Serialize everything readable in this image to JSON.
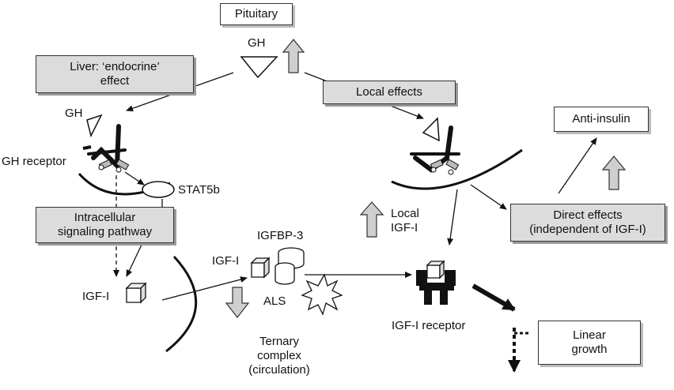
{
  "boxes": {
    "pituitary": "Pituitary",
    "liver_line1": "Liver: ‘endocrine’",
    "liver_line2": "effect",
    "local_effects": "Local effects",
    "anti_insulin": "Anti-insulin",
    "intracellular_line1": "Intracellular",
    "intracellular_line2": "signaling pathway",
    "direct_line1": "Direct effects",
    "direct_line2": "(independent of IGF-I)",
    "linear_line1": "Linear",
    "linear_line2": "growth"
  },
  "labels": {
    "gh_top": "GH",
    "gh_left": "GH",
    "gh_receptor": "GH receptor",
    "stat5b": "STAT5b",
    "igfbp3": "IGFBP-3",
    "igf1_mid": "IGF-I",
    "igf1_left": "IGF-I",
    "als": "ALS",
    "local_line1": "Local",
    "local_line2": "IGF-I",
    "igf1_receptor": "IGF-I receptor",
    "ternary_line1": "Ternary",
    "ternary_line2": "complex",
    "ternary_line3": "(circulation)"
  },
  "colors": {
    "box_fill": "#dcdcdc",
    "line": "#111111",
    "up_arrow_fill": "#cfcfcf"
  }
}
